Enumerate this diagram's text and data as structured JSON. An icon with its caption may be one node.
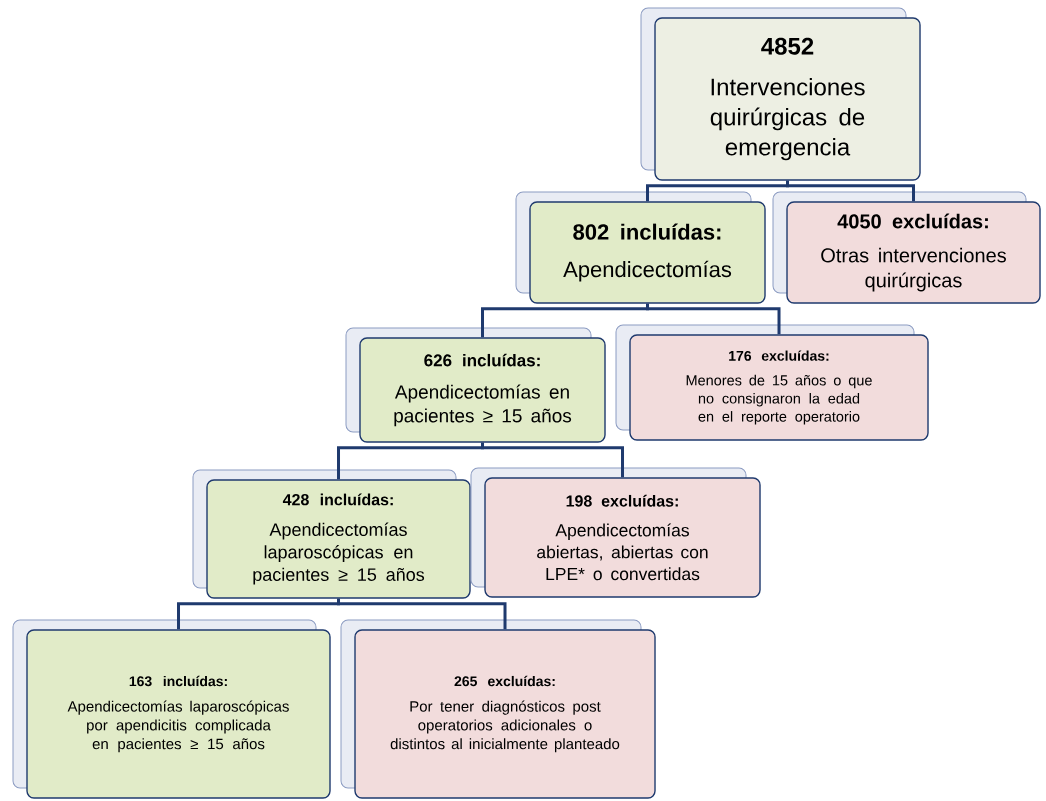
{
  "diagram": {
    "nodes": [
      {
        "text": [
          "4852",
          "Intervenciones quirúrgicas de emergencia"
        ]
      },
      {
        "text": [
          "802 incluídas:",
          "Apendicectomías"
        ]
      },
      {
        "text": [
          "4050 excluídas:",
          "Otras intervenciones quirúrgicas"
        ]
      },
      {
        "text": [
          "626 incluídas:",
          "Apendicectomías en pacientes ≥ 15 años"
        ]
      },
      {
        "text": [
          "176 excluídas:",
          "Menores de 15 años o que no consignaron la edad en el reporte operatorio"
        ]
      },
      {
        "text": [
          "428 incluídas:",
          "Apendicectomías laparoscópicas en pacientes ≥ 15 años"
        ]
      },
      {
        "text": [
          "198 excluídas:",
          "Apendicectomías abiertas, abiertas con LPE* o convertidas"
        ]
      },
      {
        "text": [
          "163 incluídas:",
          "Apendicectomías laparoscópicas por apendicitis complicada en pacientes ≥ 15 años"
        ]
      },
      {
        "text": [
          "265 excluídas:",
          "Por tener diagnósticos post operatorios adicionales o distintos al inicialmente planteado"
        ]
      }
    ],
    "edges": [
      {
        "from": 0,
        "to": 1,
        "arrow": "none"
      },
      {
        "from": 0,
        "to": 2,
        "arrow": "none"
      },
      {
        "from": 1,
        "to": 3,
        "arrow": "none"
      },
      {
        "from": 1,
        "to": 4,
        "arrow": "none"
      },
      {
        "from": 3,
        "to": 5,
        "arrow": "none"
      },
      {
        "from": 3,
        "to": 6,
        "arrow": "none"
      },
      {
        "from": 5,
        "to": 7,
        "arrow": "none"
      },
      {
        "from": 5,
        "to": 8,
        "arrow": "none"
      }
    ]
  }
}
